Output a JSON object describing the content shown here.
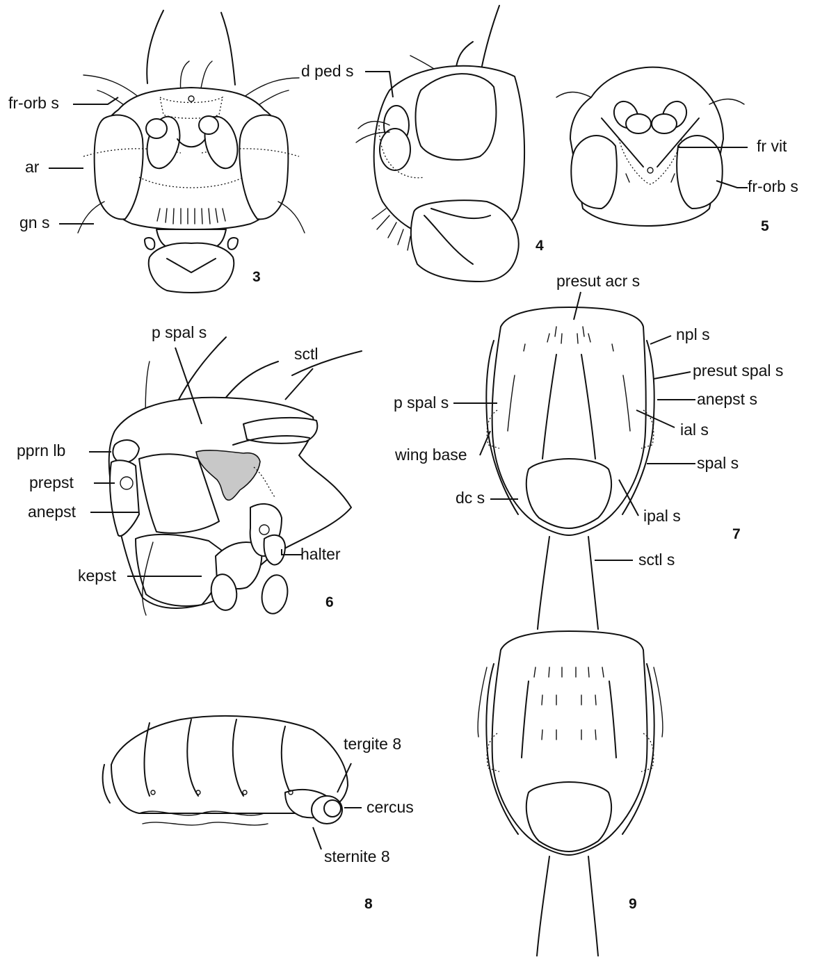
{
  "figures": [
    {
      "number": "3",
      "labels": [
        "fr-orb s",
        "ar",
        "gn s"
      ]
    },
    {
      "number": "4",
      "labels": [
        "d ped s"
      ]
    },
    {
      "number": "5",
      "labels": [
        "fr vit",
        "fr-orb s"
      ]
    },
    {
      "number": "6",
      "labels": [
        "p spal s",
        "sctl",
        "pprn lb",
        "prepst",
        "anepst",
        "halter",
        "kepst"
      ]
    },
    {
      "number": "7",
      "labels": [
        "presut acr s",
        "npl s",
        "presut spal s",
        "anepst s",
        "p spal s",
        "ial s",
        "wing base",
        "spal s",
        "dc s",
        "ipal s",
        "sctl s"
      ]
    },
    {
      "number": "8",
      "labels": [
        "tergite 8",
        "cercus",
        "sternite 8"
      ]
    },
    {
      "number": "9",
      "labels": []
    }
  ],
  "colors": {
    "ink": "#111111",
    "highlight": "#c8c8c8",
    "background": "#ffffff"
  }
}
